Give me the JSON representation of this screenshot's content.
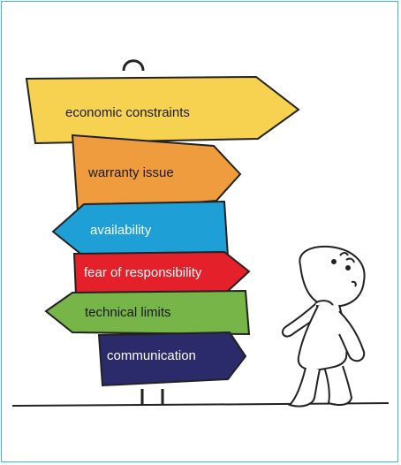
{
  "signs": [
    {
      "label": "economic constraints",
      "color": "#f7d250"
    },
    {
      "label": "warranty issue",
      "color": "#ef9c3f"
    },
    {
      "label": "availability",
      "color": "#1e9fd6"
    },
    {
      "label": "fear of responsibility",
      "color": "#e4202a"
    },
    {
      "label": "technical limits",
      "color": "#78b548"
    },
    {
      "label": "communication",
      "color": "#2b2a6b"
    }
  ],
  "frame_color": "#3fb6c8",
  "icons": [
    "signpost-icon",
    "thinking-person-icon"
  ]
}
